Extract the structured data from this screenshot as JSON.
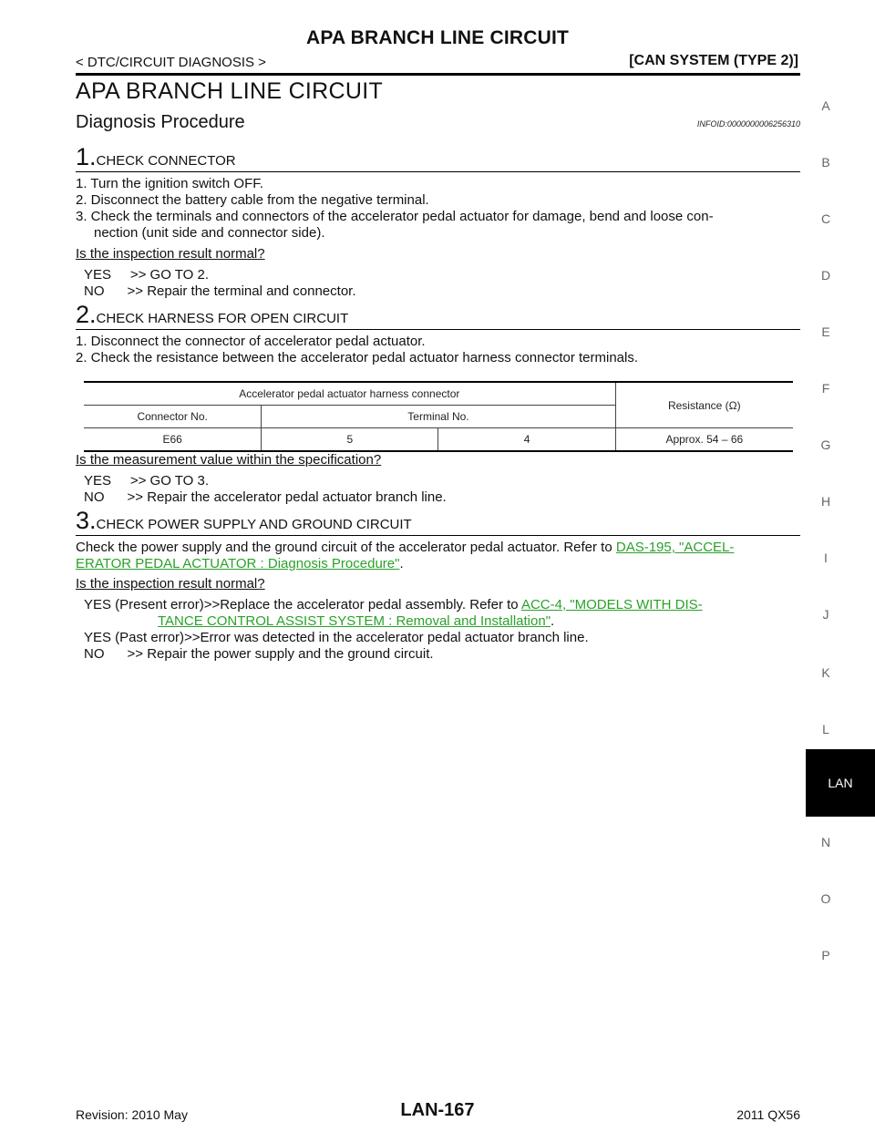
{
  "header": {
    "title": "APA BRANCH LINE CIRCUIT",
    "breadcrumb": "< DTC/CIRCUIT DIAGNOSIS >",
    "system": "[CAN SYSTEM (TYPE 2)]"
  },
  "section_title": "APA BRANCH LINE CIRCUIT",
  "procedure_title": "Diagnosis Procedure",
  "infoid": "INFOID:0000000006256310",
  "step1": {
    "num": "1.",
    "title": "CHECK CONNECTOR",
    "items": [
      "1. Turn the ignition switch OFF.",
      "2. Disconnect the battery cable from the negative terminal.",
      "3. Check the terminals and connectors of the accelerator pedal actuator for damage, bend and loose con-",
      "nection (unit side and connector side)."
    ],
    "question": "Is the inspection result normal?",
    "yes": "YES     >> GO TO 2.",
    "no": "NO      >> Repair the terminal and connector."
  },
  "step2": {
    "num": "2.",
    "title": "CHECK HARNESS FOR OPEN CIRCUIT",
    "items": [
      "1. Disconnect the connector of accelerator pedal actuator.",
      "2. Check the resistance between the accelerator pedal actuator harness connector terminals."
    ],
    "table": {
      "group_header": "Accelerator pedal actuator harness connector",
      "resistance_header": "Resistance (Ω)",
      "connector_header": "Connector No.",
      "terminal_header": "Terminal No.",
      "row": {
        "connector": "E66",
        "terminal_a": "5",
        "terminal_b": "4",
        "resistance": "Approx. 54 – 66"
      }
    },
    "question": "Is the measurement value within the specification?",
    "yes": "YES     >> GO TO 3.",
    "no": "NO      >> Repair the accelerator pedal actuator branch line."
  },
  "step3": {
    "num": "3.",
    "title": "CHECK POWER SUPPLY AND GROUND CIRCUIT",
    "text_a": "Check the power supply and the ground circuit of the accelerator pedal actuator. Refer to ",
    "link1_a": "DAS-195, \"ACCEL-",
    "link1_b": "ERATOR PEDAL ACTUATOR : Diagnosis Procedure\"",
    "period": ".",
    "question": "Is the inspection result normal?",
    "yes_present_a": "YES (Present error)>>Replace the accelerator pedal assembly. Refer to ",
    "link2_a": "ACC-4, \"MODELS WITH DIS-",
    "link2_b": "TANCE CONTROL ASSIST SYSTEM : Removal and Installation\"",
    "yes_past": "YES (Past error)>>Error was detected in the accelerator pedal actuator branch line.",
    "no": "NO      >> Repair the power supply and the ground circuit."
  },
  "side_tabs": [
    "A",
    "B",
    "C",
    "D",
    "E",
    "F",
    "G",
    "H",
    "I",
    "J",
    "K",
    "L",
    "N",
    "O",
    "P"
  ],
  "active_tab": "LAN",
  "footer": {
    "revision": "Revision: 2010 May",
    "page": "LAN-167",
    "model": "2011 QX56"
  }
}
